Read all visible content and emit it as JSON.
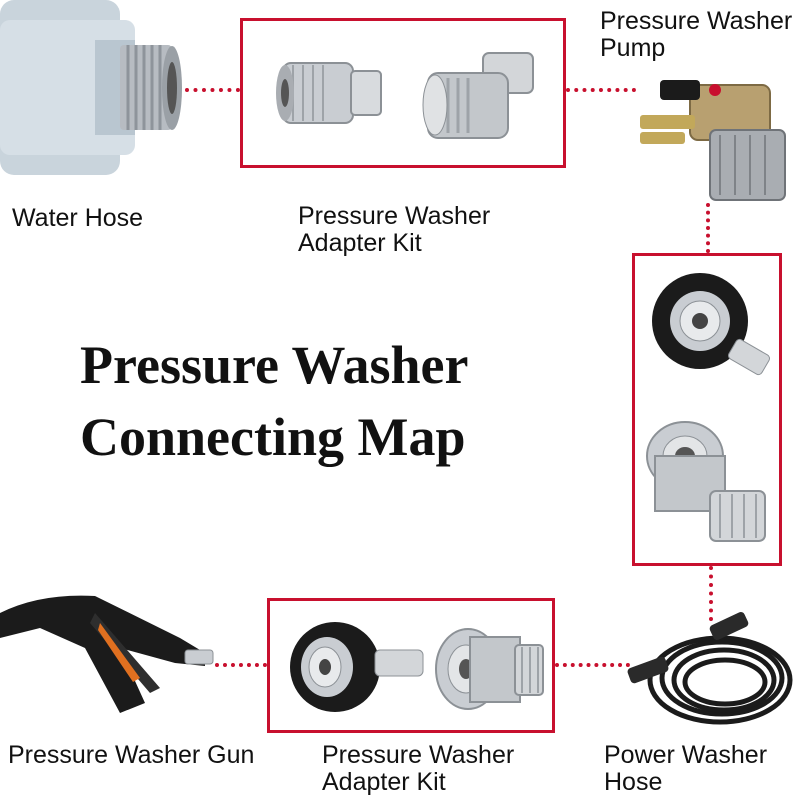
{
  "title": {
    "line1": "Pressure Washer",
    "line2": "Connecting Map"
  },
  "labels": {
    "water_hose": "Water Hose",
    "adapter_kit_top_l1": "Pressure Washer",
    "adapter_kit_top_l2": "Adapter Kit",
    "pump_l1": "Pressure Washer",
    "pump_l2": "Pump",
    "gun": "Pressure Washer Gun",
    "adapter_kit_bottom_l1": "Pressure Washer",
    "adapter_kit_bottom_l2": "Adapter Kit",
    "hose_l1": "Power Washer",
    "hose_l2": "Hose"
  },
  "colors": {
    "accent": "#c8102e",
    "metal": "#c9cdd2",
    "rubber": "#1b1b1b",
    "hose_body": "#c9d4dc",
    "pump_brass": "#b8a070"
  },
  "icons": [
    "water-hose-icon",
    "quick-connect-coupler-icon",
    "garden-hose-adapter-icon",
    "pump-icon",
    "m22-coupler-icon",
    "gun-icon",
    "power-hose-icon"
  ]
}
